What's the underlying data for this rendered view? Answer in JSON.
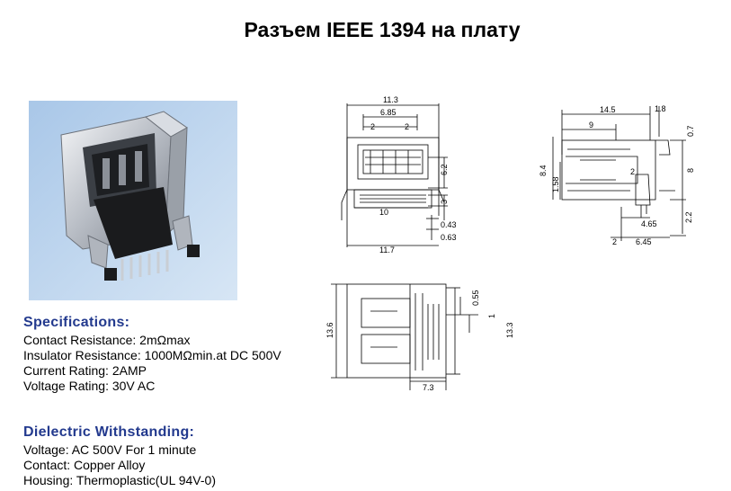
{
  "title": "Разъем IEEE 1394 на плату",
  "specifications": {
    "heading": "Specifications:",
    "lines": [
      "Contact Resistance: 2mΩmax",
      "Insulator Resistance: 1000MΩmin.at DC 500V",
      "Current Rating: 2AMP",
      "Voltage Rating: 30V AC"
    ]
  },
  "dielectric": {
    "heading": "Dielectric Withstanding:",
    "lines": [
      "Voltage: AC 500V For 1 minute",
      "Contact: Copper Alloy",
      "Housing: Thermoplastic(UL 94V-0)"
    ]
  },
  "drawings": {
    "front": {
      "width_top": "11.3",
      "inner_width": "6.85",
      "pitch_left": "2",
      "pitch_right": "2",
      "height_body": "6.2",
      "pin_height": "3",
      "base_width": "10",
      "pin_thickness": "0.43",
      "pin_width": "0.63",
      "total_width": "11.7"
    },
    "side": {
      "length": "14.5",
      "tab": "1.8",
      "top_thickness": "0.7",
      "depth": "9",
      "height_left": "8.4",
      "height_right": "8",
      "lower": "1.58",
      "pin_pitch": "2",
      "pin_offset": "4.65",
      "bottom_left": "2",
      "bottom_right": "6.45",
      "leg": "2.2"
    },
    "top": {
      "height_left": "13.6",
      "height_right": "13.3",
      "gap": "0.55",
      "pin": "1",
      "width": "7.3"
    }
  }
}
